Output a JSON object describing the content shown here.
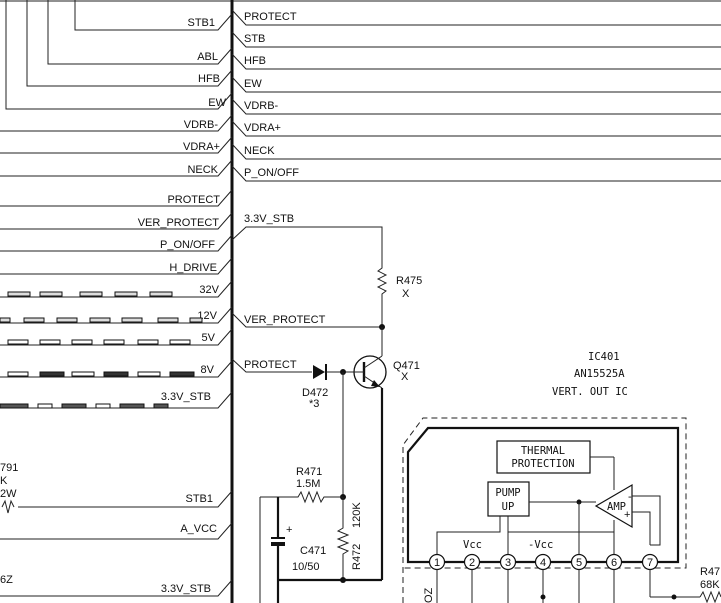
{
  "left_labels": {
    "stb1_top": "STB1",
    "abl": "ABL",
    "hfb": "HFB",
    "ew": "EW",
    "vdrb": "VDRB-",
    "vdra": "VDRA+",
    "neck": "NECK",
    "protect": "PROTECT",
    "ver_protect": "VER_PROTECT",
    "p_on_off": "P_ON/OFF",
    "h_drive": "H_DRIVE",
    "v32": "32V",
    "v12": "12V",
    "v5": "5V",
    "v8": "8V",
    "stb33_mid": "3.3V_STB",
    "stb1_bottom": "STB1",
    "a_vcc": "A_VCC",
    "stb33_bottom": "3.3V_STB"
  },
  "right_labels": {
    "protect": "PROTECT",
    "stb": "STB",
    "hfb": "HFB",
    "ew": "EW",
    "vdrb": "VDRB-",
    "vdra": "VDRA+",
    "neck": "NECK",
    "p_on_off": "P_ON/OFF",
    "stb33": "3.3V_STB",
    "ver_protect": "VER_PROTECT",
    "protect2": "PROTECT"
  },
  "components": {
    "r475_ref": "R475",
    "r475_val": "X",
    "q471_ref": "Q471",
    "q471_val": "X",
    "d472_ref": "D472",
    "d472_note": "*3",
    "r471_ref": "R471",
    "r471_val": "1.5M",
    "r472_ref": "R472",
    "r472_val": "120K",
    "c471_ref": "C471",
    "c471_val": "10/50",
    "c471_plus": "+"
  },
  "ic": {
    "ref": "IC401",
    "part": "AN15525A",
    "desc": "VERT. OUT IC",
    "thermal_line1": "THERMAL",
    "thermal_line2": "PROTECTION",
    "pump_line1": "PUMP",
    "pump_line2": "UP",
    "amp": "AMP",
    "amp_minus": "-",
    "amp_plus": "+",
    "vcc": "Vcc",
    "neg_vcc": "-Vcc",
    "pins": [
      "1",
      "2",
      "3",
      "4",
      "5",
      "6",
      "7"
    ]
  },
  "edge_fragments": {
    "left_791": "791",
    "left_k": "K",
    "left_2w": "2W",
    "left_6z": "6Z",
    "right_r47": "R47",
    "right_68k": "68K",
    "bottom_oz": "OZ"
  }
}
